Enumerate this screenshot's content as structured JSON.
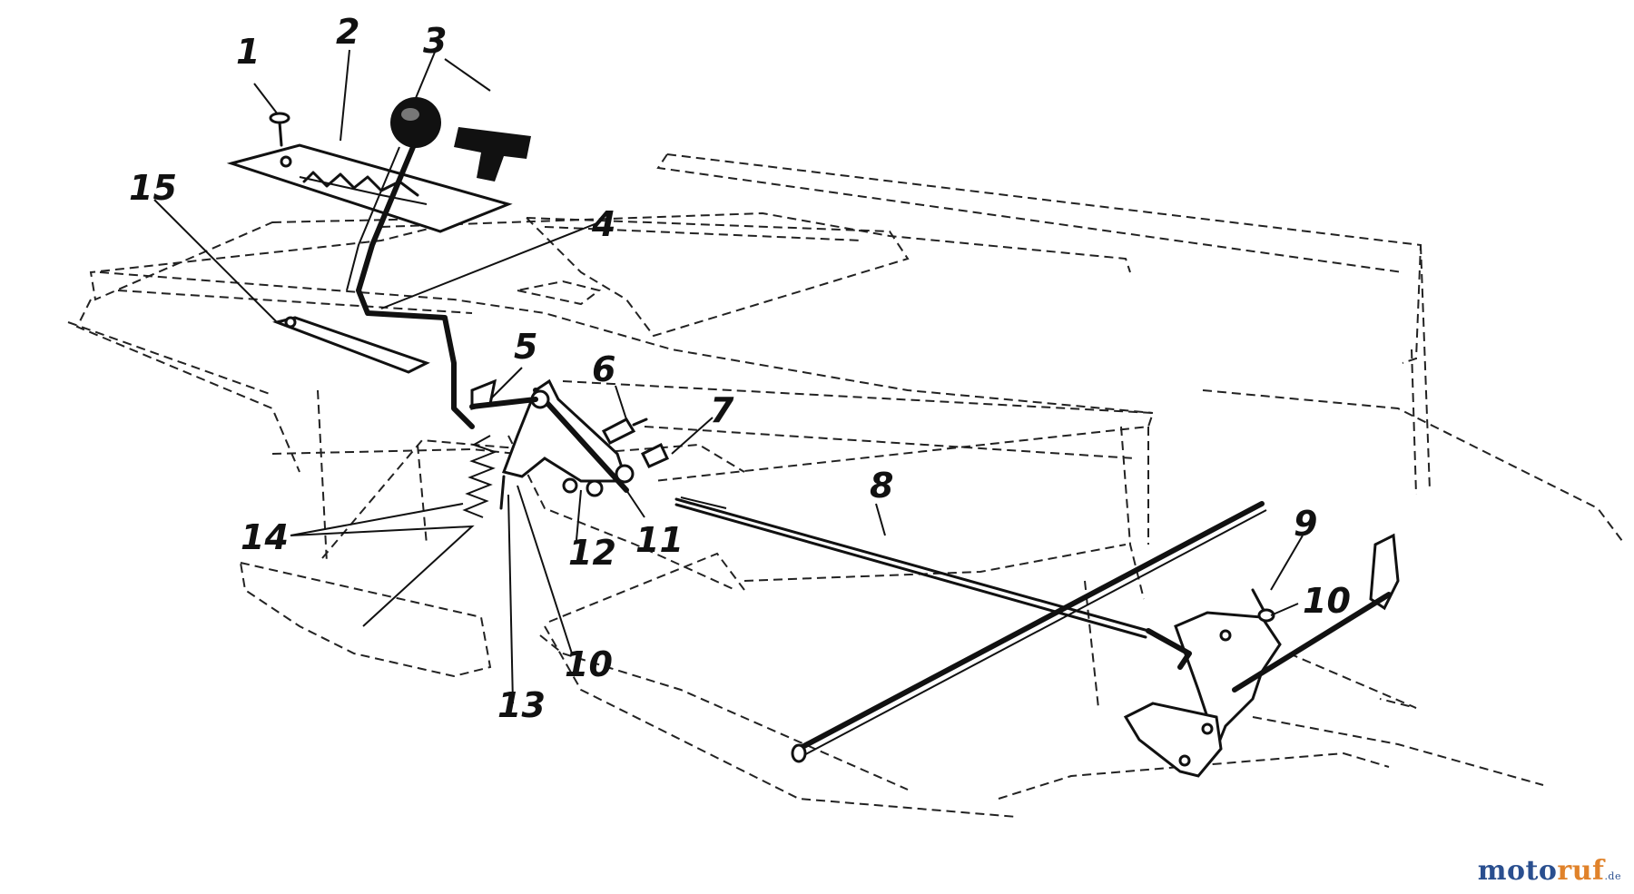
{
  "diagram": {
    "callouts": [
      {
        "id": "c1",
        "label": "1"
      },
      {
        "id": "c2",
        "label": "2"
      },
      {
        "id": "c3",
        "label": "3"
      },
      {
        "id": "c4",
        "label": "4"
      },
      {
        "id": "c5",
        "label": "5"
      },
      {
        "id": "c6",
        "label": "6"
      },
      {
        "id": "c7",
        "label": "7"
      },
      {
        "id": "c8",
        "label": "8"
      },
      {
        "id": "c9",
        "label": "9"
      },
      {
        "id": "c10a",
        "label": "10"
      },
      {
        "id": "c10b",
        "label": "10"
      },
      {
        "id": "c11",
        "label": "11"
      },
      {
        "id": "c12",
        "label": "12"
      },
      {
        "id": "c13",
        "label": "13"
      },
      {
        "id": "c14",
        "label": "14"
      },
      {
        "id": "c15",
        "label": "15"
      }
    ]
  },
  "watermark": {
    "part_a": "moto",
    "part_b": "ruf",
    "tld": ".de",
    "color_a": "#2a4f8f",
    "color_b": "#e0822a"
  }
}
